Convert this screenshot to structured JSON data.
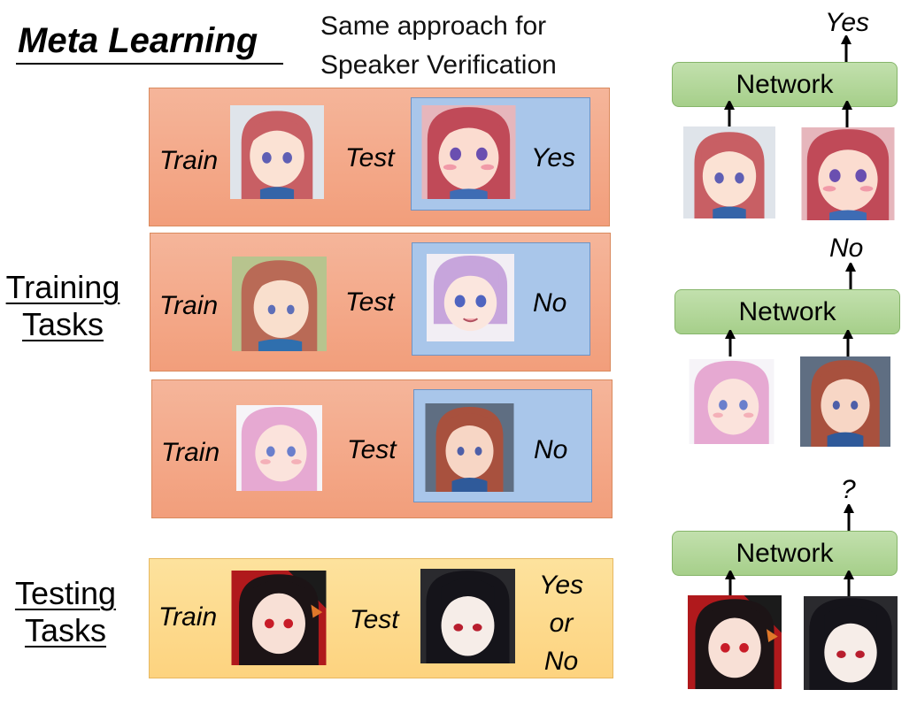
{
  "title": "Meta Learning",
  "subtitle_lines": [
    "Same approach for",
    "Speaker Verification"
  ],
  "training_label_lines": [
    "Training",
    "Tasks"
  ],
  "testing_label_lines": [
    "Testing",
    "Tasks"
  ],
  "train_label": "Train",
  "test_label": "Test",
  "training_answers": [
    "Yes",
    "No",
    "No"
  ],
  "testing_answer_lines": [
    "Yes",
    "or",
    "No"
  ],
  "network_label": "Network",
  "network_outputs": [
    "Yes",
    "No",
    "?"
  ],
  "colors": {
    "task_box": "#f4a886",
    "test_box": "#a9c6ea",
    "testing_task_box": "#fdd98a",
    "network_box": "#b3d79b"
  },
  "icons": [
    "red-haired-girl-face-icon",
    "pink-haired-girl-face-icon",
    "black-haired-girl-face-icon",
    "arrow-up-icon"
  ]
}
